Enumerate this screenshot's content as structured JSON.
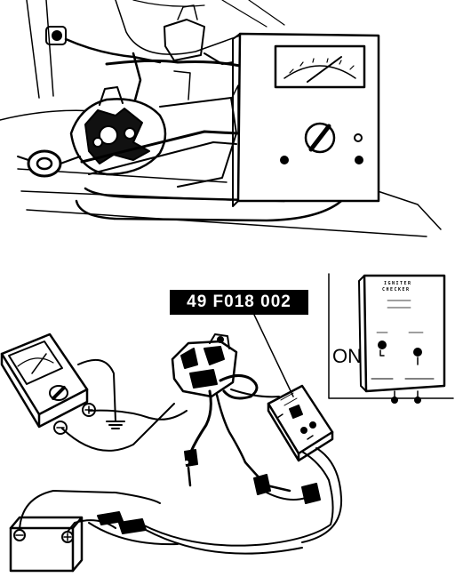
{
  "figure": {
    "part_number": "49 F018 002",
    "switch_state": "ON",
    "checker_title_line1": "IGNITER",
    "checker_title_line2": "CHECKER"
  }
}
